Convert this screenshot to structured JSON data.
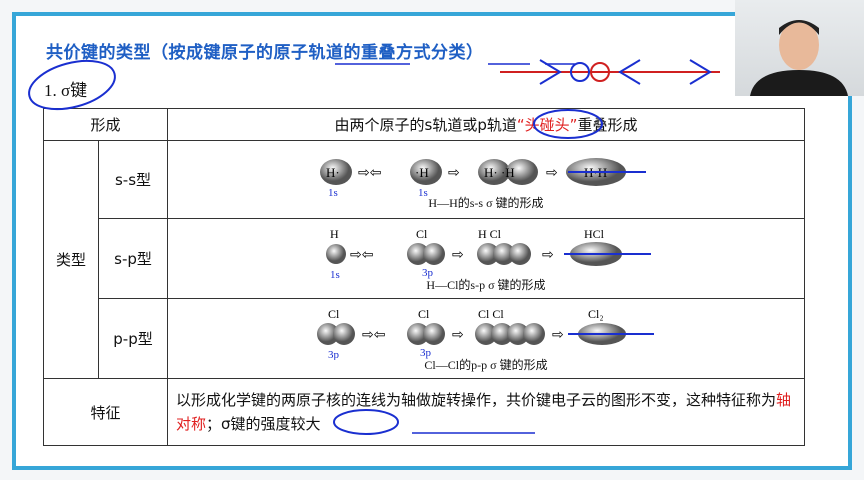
{
  "title": "共价键的类型（按成键原子的原子轨道的重叠方式分类）",
  "section": "1. σ键",
  "table": {
    "formation_label": "形成",
    "formation_text_a": "由两个原子的s轨道或p轨道",
    "formation_text_red": "“头碰头”",
    "formation_text_b": "重叠形成",
    "type_label": "类型",
    "rows": [
      {
        "name": "s-s型",
        "caption": "H—H的s-s σ 键的形成",
        "atoms": [
          "H·",
          "·H",
          "H·  ·H",
          "H·H"
        ],
        "notes": [
          "1s",
          "1s"
        ]
      },
      {
        "name": "s-p型",
        "caption": "H—Cl的s-p σ 键的形成",
        "atoms": [
          "H",
          "Cl",
          "H  Cl",
          "HCl"
        ],
        "notes": [
          "1s",
          "3p"
        ]
      },
      {
        "name": "p-p型",
        "caption": "Cl—Cl的p-p σ 键的形成",
        "atoms": [
          "Cl",
          "Cl",
          "Cl  Cl",
          "Cl₂"
        ],
        "notes": [
          "3p",
          "3p"
        ]
      }
    ],
    "feature_label": "特征",
    "feature_text_a": "以形成化学键的两原子核的连线为轴做旋转操作，共价键电子云的图形不变，这种特征称为",
    "feature_text_red": "轴对称",
    "feature_text_b": "；σ键的强度较大"
  },
  "colors": {
    "title": "#1f5fc4",
    "frame": "#36a6d8",
    "highlight": "#e02020",
    "ink": "#1a2fd0"
  }
}
